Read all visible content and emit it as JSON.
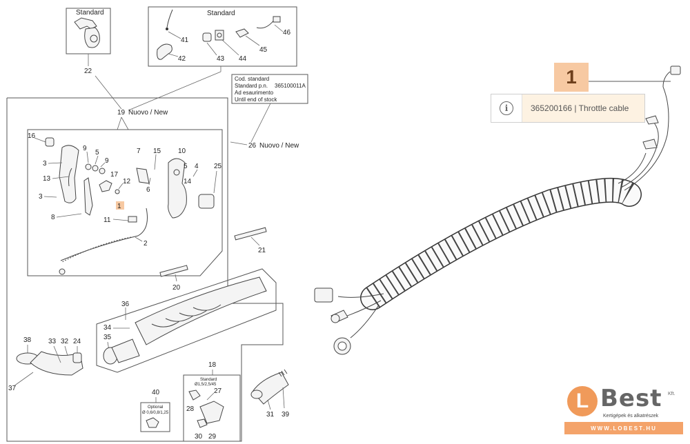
{
  "headers": {
    "standard_left": "Standard",
    "standard_right": "Standard",
    "nuovo_19": "Nuovo / New",
    "nuovo_26": "Nuovo / New",
    "standard_small": "Standard",
    "standard_small_dims": "Ø1,5/2,5/45",
    "optional": "Optional",
    "optional_dims": "Ø 0,6/0,8/1,25"
  },
  "note_box": {
    "line1_label": "Cod. standard",
    "line2_label": "Standard p.n.",
    "line2_value": "365100011A",
    "line3": "Ad esaurimento",
    "line4": "Until end of stock"
  },
  "parts": {
    "p1": "1",
    "p2": "2",
    "p3a": "3",
    "p3b": "3",
    "p4": "4",
    "p5a": "5",
    "p5b": "5",
    "p6": "6",
    "p7": "7",
    "p8": "8",
    "p9a": "9",
    "p9b": "9",
    "p10": "10",
    "p11": "11",
    "p12": "12",
    "p13": "13",
    "p14": "14",
    "p15": "15",
    "p16": "16",
    "p17": "17",
    "p18": "18",
    "p19": "19",
    "p20": "20",
    "p21": "21",
    "p22": "22",
    "p24": "24",
    "p25": "25",
    "p26": "26",
    "p27": "27",
    "p28": "28",
    "p29": "29",
    "p30": "30",
    "p31": "31",
    "p32": "32",
    "p33": "33",
    "p34": "34",
    "p35": "35",
    "p36": "36",
    "p37": "37",
    "p38": "38",
    "p39": "39",
    "p40": "40",
    "p41": "41",
    "p42": "42",
    "p43": "43",
    "p44": "44",
    "p45": "45",
    "p46": "46"
  },
  "callout": {
    "number": "1",
    "info_icon": "info-icon",
    "info_text": "365200166 | Throttle cable"
  },
  "logo": {
    "mark": "L",
    "name": "Best",
    "kft": "Kft.",
    "tagline": "Kertigépek és alkatrészek",
    "url": "WWW.LOBEST.HU",
    "accent": "#f09a5a"
  }
}
